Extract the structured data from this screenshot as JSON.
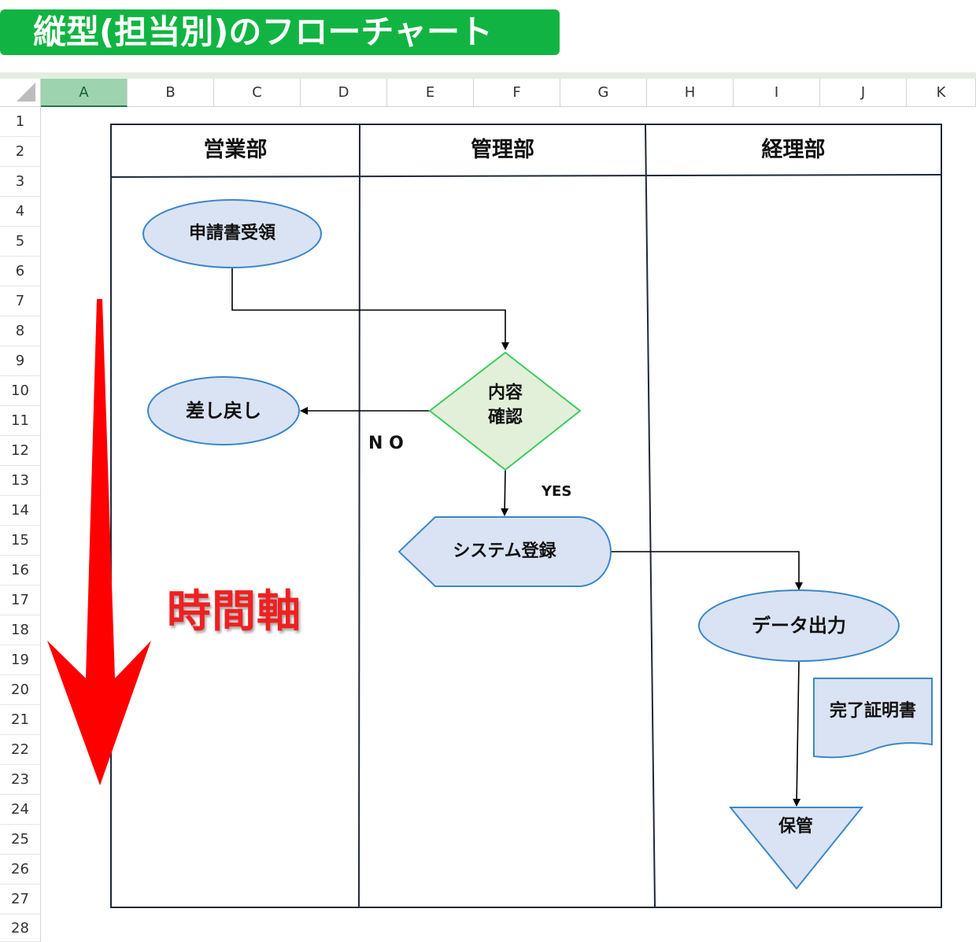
{
  "banner": {
    "title": "縦型(担当別)のフローチャート"
  },
  "spreadsheet": {
    "columns": [
      "A",
      "B",
      "C",
      "D",
      "E",
      "F",
      "G",
      "H",
      "I",
      "J",
      "K"
    ],
    "rows": [
      "1",
      "2",
      "3",
      "4",
      "5",
      "6",
      "7",
      "8",
      "9",
      "10",
      "11",
      "12",
      "13",
      "14",
      "15",
      "16",
      "17",
      "18",
      "19",
      "20",
      "21",
      "22",
      "23",
      "24",
      "25",
      "26",
      "27",
      "28"
    ],
    "selected_column": "A"
  },
  "lanes": [
    {
      "title": "営業部"
    },
    {
      "title": "管理部"
    },
    {
      "title": "経理部"
    }
  ],
  "shapes": {
    "start": "申請書受領",
    "return": "差し戻し",
    "decision_line1": "内容",
    "decision_line2": "確認",
    "system": "システム登録",
    "data_output": "データ出力",
    "document": "完了証明書",
    "storage": "保管"
  },
  "labels": {
    "no": "N O",
    "yes": "YES"
  },
  "time_axis": "時間軸",
  "colors": {
    "banner": "#11b442",
    "shape_fill": "#dae3f3",
    "shape_stroke": "#3c87c9",
    "decision_fill": "#e2f0d9",
    "decision_stroke": "#3dcb5e",
    "arrow_red": "#ff0000",
    "time_label": "#ef2020"
  }
}
